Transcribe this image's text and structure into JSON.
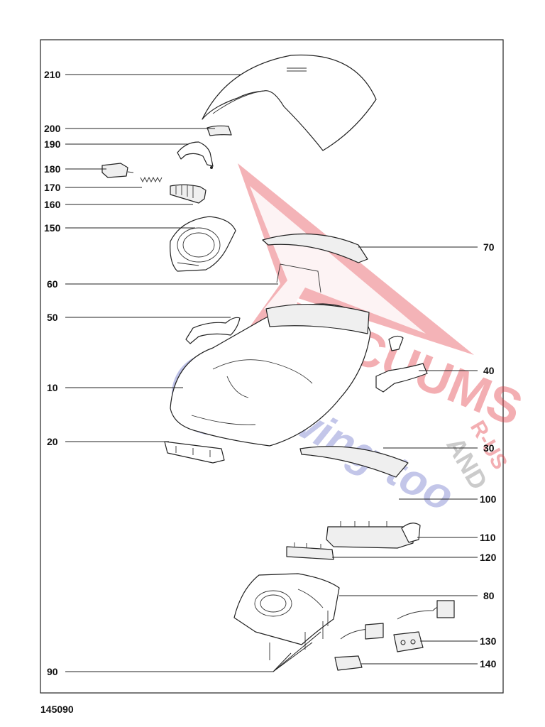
{
  "drawing_number": "145090",
  "watermark": {
    "brand_line1": "VACUUMS",
    "brand_line2": "R-US",
    "brand_line3": "AND",
    "brand_line4": "Sewing-too",
    "colors": {
      "red": "#e23b46",
      "blue": "#3a46b8",
      "grey": "#8a8a8a"
    }
  },
  "callouts_left": [
    {
      "id": "210",
      "label": "210"
    },
    {
      "id": "200",
      "label": "200"
    },
    {
      "id": "190",
      "label": "190"
    },
    {
      "id": "180",
      "label": "180"
    },
    {
      "id": "170",
      "label": "170"
    },
    {
      "id": "160",
      "label": "160"
    },
    {
      "id": "150",
      "label": "150"
    },
    {
      "id": "60",
      "label": "60"
    },
    {
      "id": "50",
      "label": "50"
    },
    {
      "id": "10",
      "label": "10"
    },
    {
      "id": "20",
      "label": "20"
    },
    {
      "id": "90",
      "label": "90"
    }
  ],
  "callouts_right": [
    {
      "id": "70",
      "label": "70"
    },
    {
      "id": "40",
      "label": "40"
    },
    {
      "id": "30",
      "label": "30"
    },
    {
      "id": "100",
      "label": "100"
    },
    {
      "id": "110",
      "label": "110"
    },
    {
      "id": "120",
      "label": "120"
    },
    {
      "id": "80",
      "label": "80"
    },
    {
      "id": "130",
      "label": "130"
    },
    {
      "id": "140",
      "label": "140"
    }
  ]
}
